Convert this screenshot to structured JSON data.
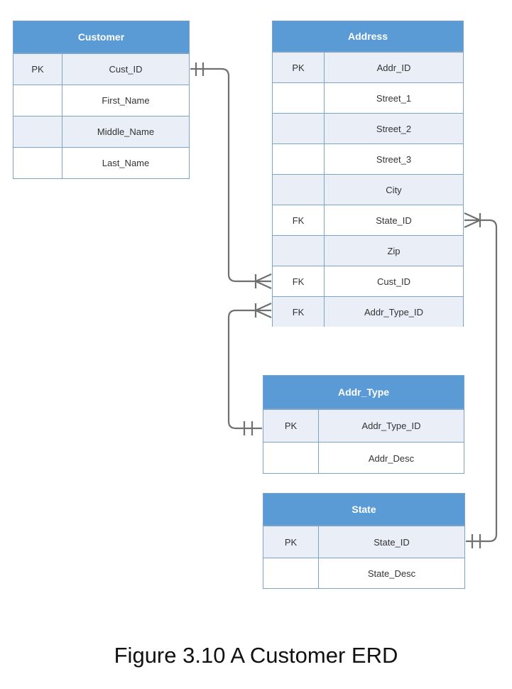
{
  "diagram": {
    "entities": {
      "customer": {
        "title": "Customer",
        "rows": [
          {
            "key": "PK",
            "field": "Cust_ID"
          },
          {
            "key": "",
            "field": "First_Name"
          },
          {
            "key": "",
            "field": "Middle_Name"
          },
          {
            "key": "",
            "field": "Last_Name"
          }
        ]
      },
      "address": {
        "title": "Address",
        "rows": [
          {
            "key": "PK",
            "field": "Addr_ID"
          },
          {
            "key": "",
            "field": "Street_1"
          },
          {
            "key": "",
            "field": "Street_2"
          },
          {
            "key": "",
            "field": "Street_3"
          },
          {
            "key": "",
            "field": "City"
          },
          {
            "key": "FK",
            "field": "State_ID"
          },
          {
            "key": "",
            "field": "Zip"
          },
          {
            "key": "FK",
            "field": "Cust_ID"
          },
          {
            "key": "FK",
            "field": "Addr_Type_ID"
          }
        ]
      },
      "addr_type": {
        "title": "Addr_Type",
        "rows": [
          {
            "key": "PK",
            "field": "Addr_Type_ID"
          },
          {
            "key": "",
            "field": "Addr_Desc"
          }
        ]
      },
      "state": {
        "title": "State",
        "rows": [
          {
            "key": "PK",
            "field": "State_ID"
          },
          {
            "key": "",
            "field": "State_Desc"
          }
        ]
      }
    },
    "relationships": [
      {
        "from": "customer.Cust_ID",
        "from_cardinality": "one-and-only-one",
        "to": "address.Cust_ID",
        "to_cardinality": "one-or-many"
      },
      {
        "from": "addr_type.Addr_Type_ID",
        "from_cardinality": "one-and-only-one",
        "to": "address.Addr_Type_ID",
        "to_cardinality": "one-or-many"
      },
      {
        "from": "state.State_ID",
        "from_cardinality": "one-and-only-one",
        "to": "address.State_ID",
        "to_cardinality": "one-or-many"
      }
    ],
    "colors": {
      "header": "#5b9bd5",
      "border": "#7ea3c9",
      "alt_row": "#e9eef7",
      "connector": "#707070"
    }
  },
  "caption": "Figure 3.10 A Customer ERD"
}
